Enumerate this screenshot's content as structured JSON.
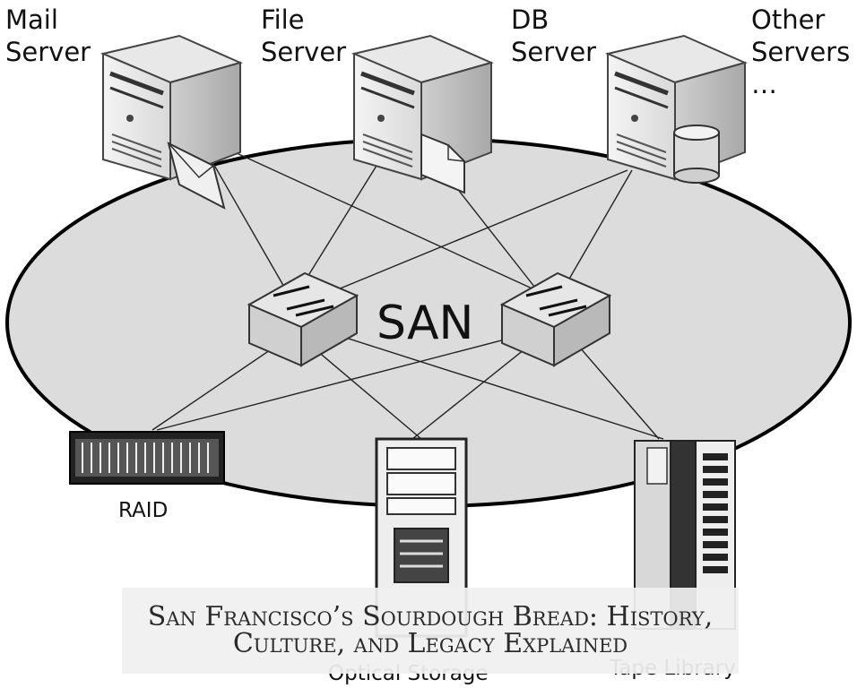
{
  "diagram": {
    "network_label": "SAN",
    "servers": [
      {
        "line1": "Mail",
        "line2": "Server",
        "icon": "envelope-icon"
      },
      {
        "line1": "File",
        "line2": "Server",
        "icon": "document-icon"
      },
      {
        "line1": "DB",
        "line2": "Server",
        "icon": "database-icon"
      },
      {
        "line1": "Other",
        "line2": "Servers",
        "line3": "…"
      }
    ],
    "storage": [
      {
        "label": "RAID"
      },
      {
        "label": "Optical Storage"
      },
      {
        "label": "Tape Library"
      }
    ]
  },
  "banner": {
    "title": "San Francisco’s Sourdough Bread: History, Culture, and Legacy Explained"
  }
}
